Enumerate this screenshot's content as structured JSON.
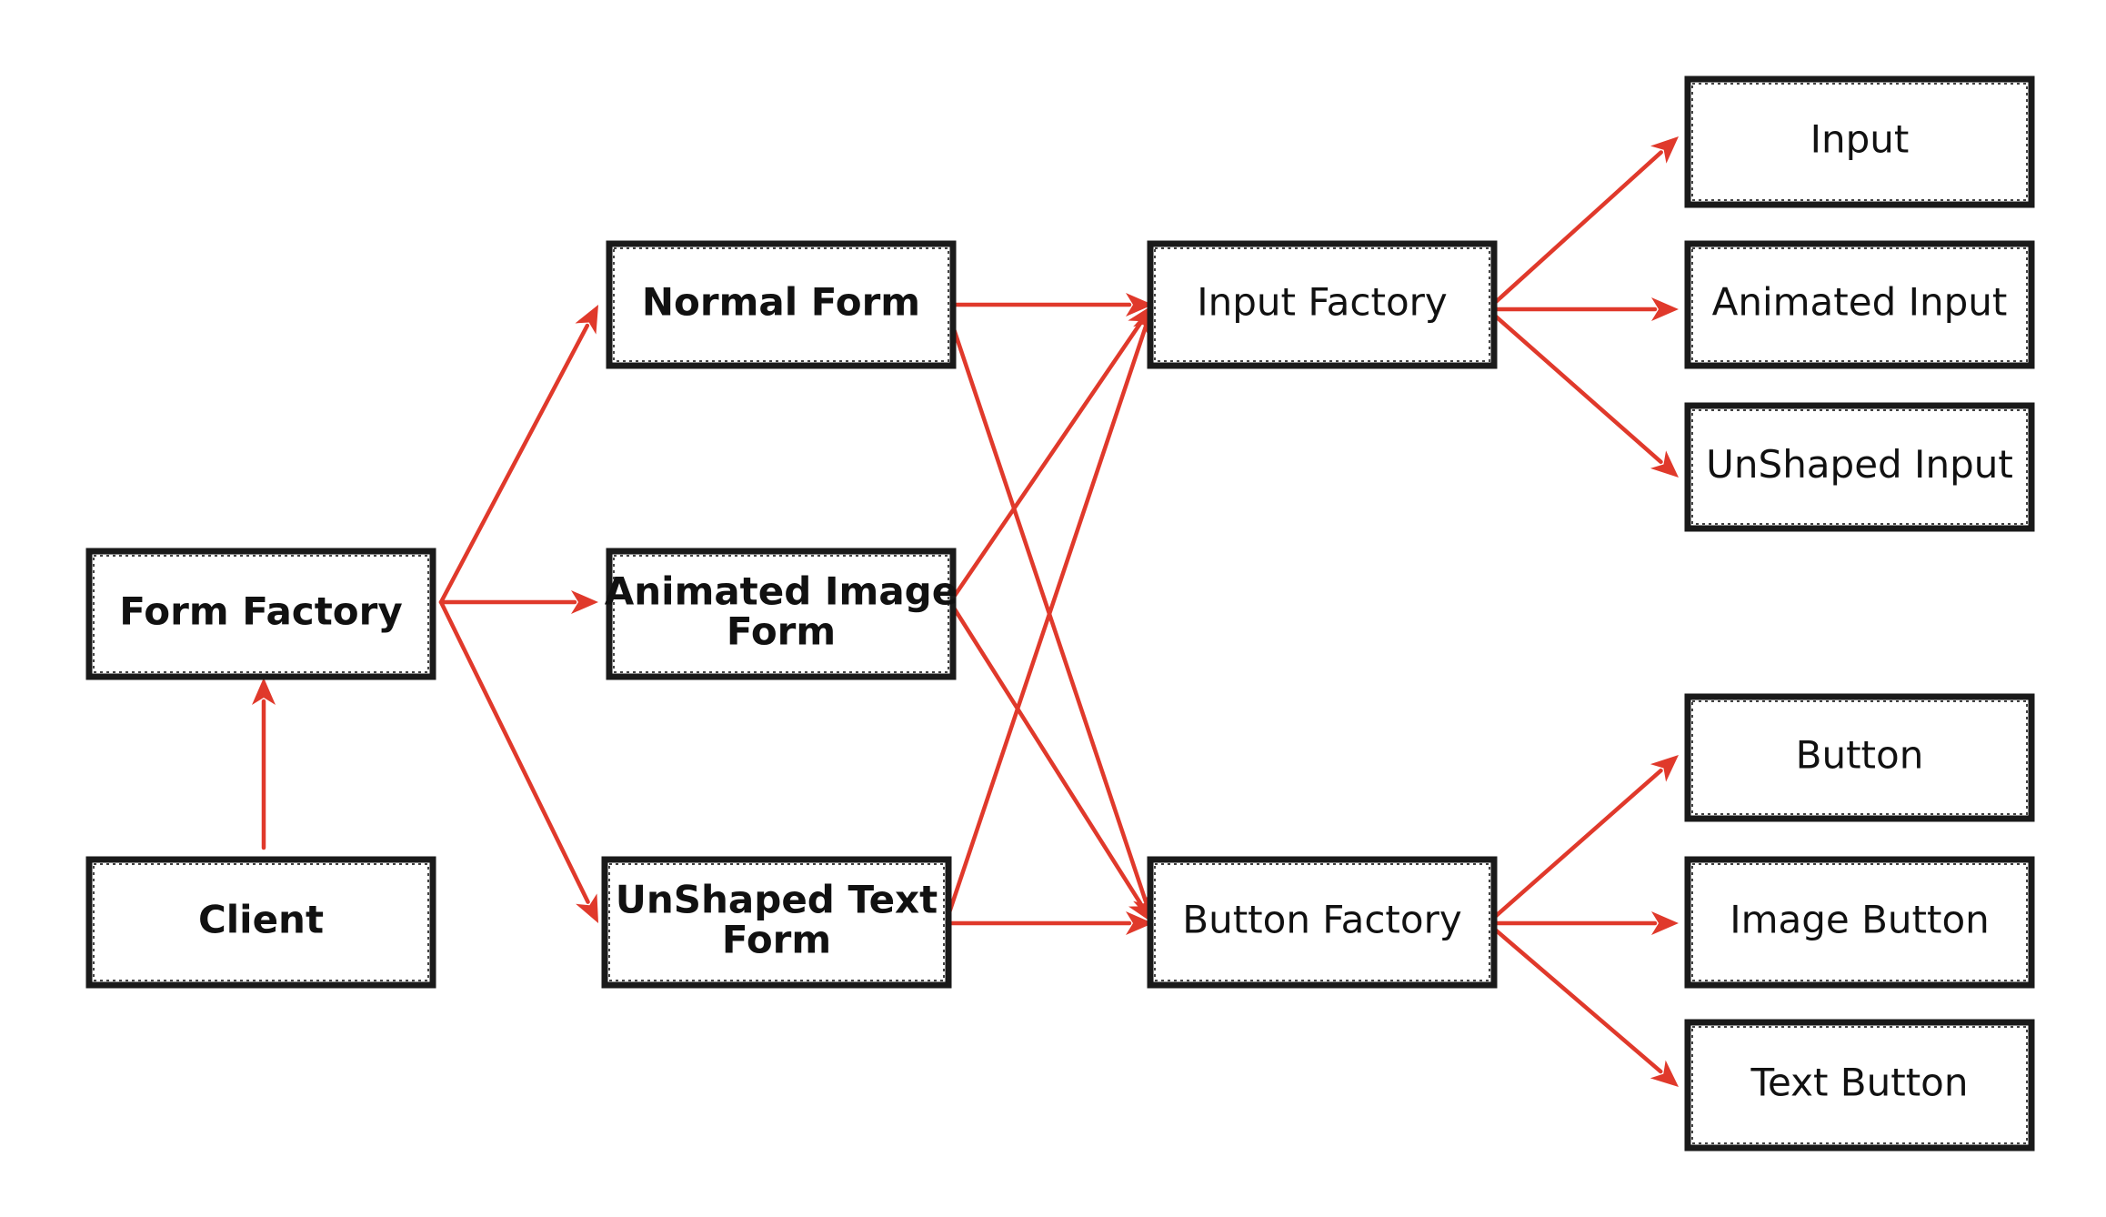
{
  "colors": {
    "box_border": "#1a1a1a",
    "box_fill": "#ffffff",
    "arrow": "#e0392b",
    "text": "#111111"
  },
  "nodes": [
    {
      "id": "client",
      "label": [
        "Client"
      ],
      "bold": true
    },
    {
      "id": "form-factory",
      "label": [
        "Form Factory"
      ],
      "bold": true
    },
    {
      "id": "normal-form",
      "label": [
        "Normal Form"
      ],
      "bold": true
    },
    {
      "id": "animated-image-form",
      "label": [
        "Animated Image",
        "Form"
      ],
      "bold": true
    },
    {
      "id": "unshaped-text-form",
      "label": [
        "UnShaped Text",
        "Form"
      ],
      "bold": true
    },
    {
      "id": "input-factory",
      "label": [
        "Input Factory"
      ],
      "bold": false
    },
    {
      "id": "button-factory",
      "label": [
        "Button Factory"
      ],
      "bold": false
    },
    {
      "id": "input",
      "label": [
        "Input"
      ],
      "bold": false
    },
    {
      "id": "animated-input",
      "label": [
        "Animated Input"
      ],
      "bold": false
    },
    {
      "id": "unshaped-input",
      "label": [
        "UnShaped Input"
      ],
      "bold": false
    },
    {
      "id": "button",
      "label": [
        "Button"
      ],
      "bold": false
    },
    {
      "id": "image-button",
      "label": [
        "Image Button"
      ],
      "bold": false
    },
    {
      "id": "text-button",
      "label": [
        "Text Button"
      ],
      "bold": false
    }
  ],
  "edges": [
    {
      "from": "client",
      "to": "form-factory"
    },
    {
      "from": "form-factory",
      "to": "normal-form"
    },
    {
      "from": "form-factory",
      "to": "animated-image-form"
    },
    {
      "from": "form-factory",
      "to": "unshaped-text-form"
    },
    {
      "from": "normal-form",
      "to": "input-factory"
    },
    {
      "from": "normal-form",
      "to": "button-factory"
    },
    {
      "from": "animated-image-form",
      "to": "input-factory"
    },
    {
      "from": "animated-image-form",
      "to": "button-factory"
    },
    {
      "from": "unshaped-text-form",
      "to": "input-factory"
    },
    {
      "from": "unshaped-text-form",
      "to": "button-factory"
    },
    {
      "from": "input-factory",
      "to": "input"
    },
    {
      "from": "input-factory",
      "to": "animated-input"
    },
    {
      "from": "input-factory",
      "to": "unshaped-input"
    },
    {
      "from": "button-factory",
      "to": "button"
    },
    {
      "from": "button-factory",
      "to": "image-button"
    },
    {
      "from": "button-factory",
      "to": "text-button"
    }
  ]
}
